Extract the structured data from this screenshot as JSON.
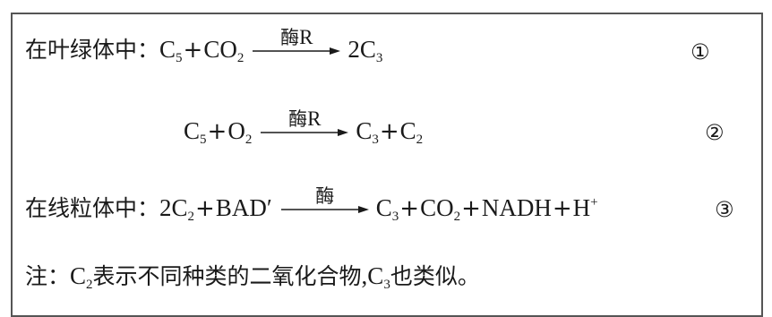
{
  "line1": {
    "prefix": "在叶绿体中：",
    "reactant_a": "C",
    "reactant_a_sub": "5",
    "plus": "+",
    "reactant_b": "CO",
    "reactant_b_sub": "2",
    "arrow_label_cn": "酶",
    "arrow_label_latin": "R",
    "product_coef_el": "2C",
    "product_sub": "3",
    "marker": "①"
  },
  "line2": {
    "reactant_a": "C",
    "reactant_a_sub": "5",
    "plus1": "+",
    "reactant_b": "O",
    "reactant_b_sub": "2",
    "arrow_label_cn": "酶",
    "arrow_label_latin": "R",
    "product_a": "C",
    "product_a_sub": "3",
    "plus2": "+",
    "product_b": "C",
    "product_b_sub": "2",
    "marker": "②"
  },
  "line3": {
    "prefix": "在线粒体中：",
    "reactant_a": "2C",
    "reactant_a_sub": "2",
    "plus1": "+",
    "reactant_b": "BAD′",
    "arrow_label_cn": "酶",
    "product_a": "C",
    "product_a_sub": "3",
    "plus2": "+",
    "product_b": "CO",
    "product_b_sub": "2",
    "plus3": "+",
    "product_c": "NADH",
    "plus4": "+",
    "product_d": "H",
    "product_d_sup": "+",
    "marker": "③"
  },
  "note": {
    "prefix": "注：",
    "c": "C",
    "c_sub": "2",
    "text1": "表示不同种类的二氧化合物",
    "comma": ",",
    "c2": "C",
    "c2_sub": "3",
    "text2": "也类似。"
  }
}
